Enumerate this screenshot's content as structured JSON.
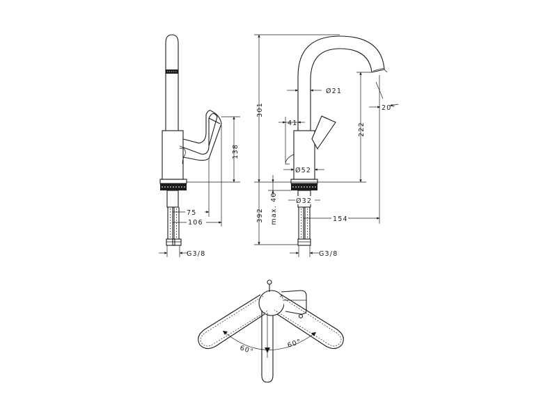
{
  "dimensions": {
    "d301": "301",
    "d392": "392",
    "d222": "222",
    "d154": "154",
    "d138": "138",
    "d106": "106",
    "d75": "75",
    "d41": "41",
    "d21": "Ø21",
    "d52": "Ø52",
    "d32": "Ø32",
    "dmax40": "max. 40",
    "d20deg": "20°",
    "g38_left": "G3/8",
    "g38_right": "G3/8",
    "a60_left": "60°",
    "a60_right": "60°"
  },
  "views": [
    "side-view",
    "front-view",
    "top-view"
  ]
}
